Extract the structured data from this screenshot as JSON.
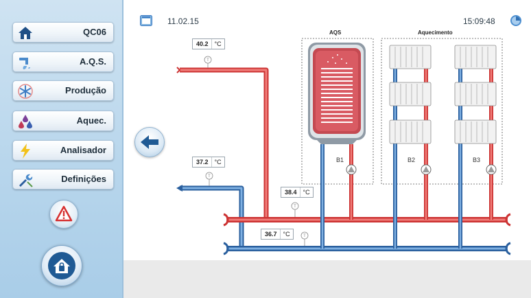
{
  "sidebar": {
    "items": [
      {
        "label": "QC06",
        "icon": "home-icon"
      },
      {
        "label": "A.Q.S.",
        "icon": "faucet-icon"
      },
      {
        "label": "Produção",
        "icon": "snowflake-icon"
      },
      {
        "label": "Aquec.",
        "icon": "heat-drops-icon"
      },
      {
        "label": "Analisador",
        "icon": "lightning-icon"
      },
      {
        "label": "Definições",
        "icon": "wrench-icon"
      }
    ],
    "alarm_icon": "warning-icon",
    "home_icon": "home-lock-icon"
  },
  "header": {
    "date": "11.02.15",
    "time": "15:09:48"
  },
  "diagram": {
    "groups": {
      "aqs": "AQS",
      "heating": "Aquecimento"
    },
    "temps": {
      "supply": "40.2",
      "return": "37.2",
      "aqs_return": "38.4",
      "collector_return": "36.7",
      "unit": "°C"
    },
    "circuits": {
      "b1": "B1",
      "b2": "B2",
      "b3": "B3"
    }
  },
  "colors": {
    "hot": "#e0413c",
    "cold": "#3d7cc4",
    "accent": "#2f7fc1"
  }
}
